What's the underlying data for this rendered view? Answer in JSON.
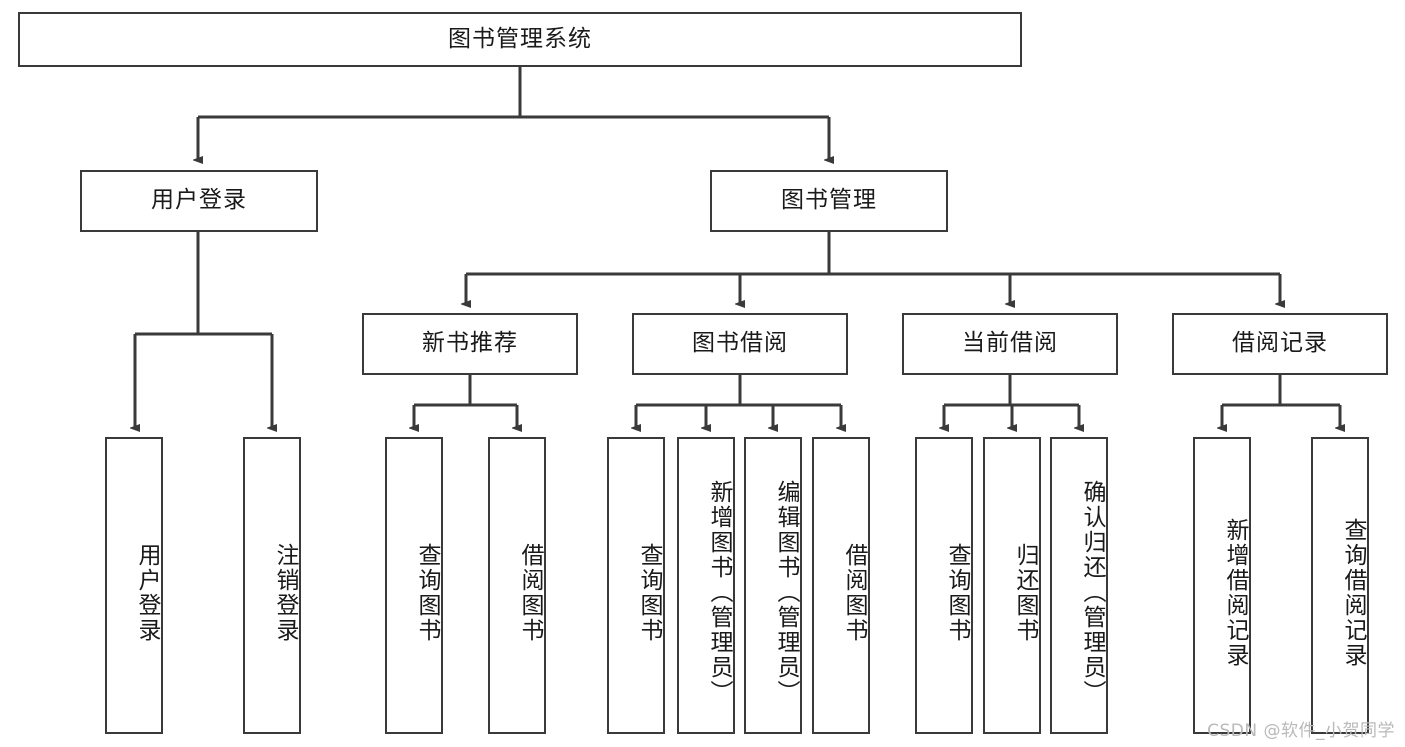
{
  "diagram": {
    "type": "tree-hierarchy-flowchart",
    "title": "图书管理系统",
    "watermark": "CSDN @软件_小贺同学",
    "colors": {
      "box_border": "#3a3a3a",
      "box_fill": "#ffffff",
      "connector": "#3a3a3a",
      "text": "#1a1a1a",
      "watermark": "#b9b9b9"
    },
    "levels": {
      "level0": [
        {
          "id": "root",
          "label": "图书管理系统"
        }
      ],
      "level1": [
        {
          "id": "user-login",
          "label": "用户登录"
        },
        {
          "id": "book-management",
          "label": "图书管理"
        }
      ],
      "level2": [
        {
          "id": "new-book-recommend",
          "label": "新书推荐"
        },
        {
          "id": "book-borrow",
          "label": "图书借阅"
        },
        {
          "id": "current-borrow",
          "label": "当前借阅"
        },
        {
          "id": "borrow-record",
          "label": "借阅记录"
        }
      ],
      "level3": {
        "user_login_children": [
          {
            "id": "leaf-user-login",
            "label": "用户登录"
          },
          {
            "id": "leaf-logout",
            "label": "注销登录"
          }
        ],
        "new_book_recommend_children": [
          {
            "id": "leaf-query-book-1",
            "label": "查询图书"
          },
          {
            "id": "leaf-borrow-book-1",
            "label": "借阅图书"
          }
        ],
        "book_borrow_children": [
          {
            "id": "leaf-query-book-2",
            "label": "查询图书"
          },
          {
            "id": "leaf-add-book",
            "label": "新增图书（管理员）"
          },
          {
            "id": "leaf-edit-book",
            "label": "编辑图书（管理员）"
          },
          {
            "id": "leaf-borrow-book-2",
            "label": "借阅图书"
          }
        ],
        "current_borrow_children": [
          {
            "id": "leaf-query-book-3",
            "label": "查询图书"
          },
          {
            "id": "leaf-return-book",
            "label": "归还图书"
          },
          {
            "id": "leaf-confirm-return",
            "label": "确认归还（管理员）"
          }
        ],
        "borrow_record_children": [
          {
            "id": "leaf-add-record",
            "label": "新增借阅记录"
          },
          {
            "id": "leaf-query-record",
            "label": "查询借阅记录"
          }
        ]
      }
    }
  }
}
